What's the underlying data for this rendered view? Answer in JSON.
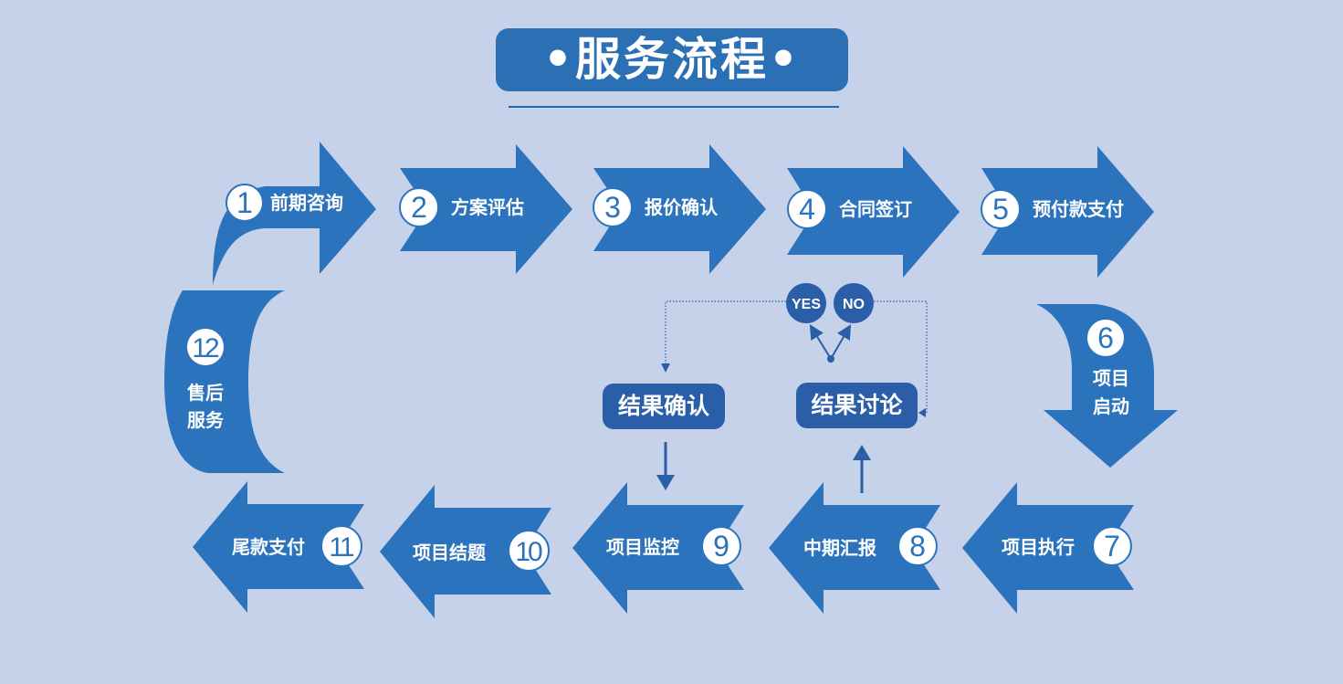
{
  "title": "服务流程",
  "title_dot": "•",
  "steps": [
    {
      "num": "1",
      "label": "前期咨询"
    },
    {
      "num": "2",
      "label": "方案评估"
    },
    {
      "num": "3",
      "label": "报价确认"
    },
    {
      "num": "4",
      "label": "合同签订"
    },
    {
      "num": "5",
      "label": "预付款支付"
    },
    {
      "num": "6",
      "label": "项目启动",
      "lines": [
        "项目",
        "启动"
      ]
    },
    {
      "num": "7",
      "label": "项目执行"
    },
    {
      "num": "8",
      "label": "中期汇报"
    },
    {
      "num": "9",
      "label": "项目监控"
    },
    {
      "num": "10",
      "label": "项目结题"
    },
    {
      "num": "11",
      "label": "尾款支付"
    },
    {
      "num": "12",
      "label": "售后服务",
      "lines": [
        "售后",
        "服务"
      ]
    }
  ],
  "decision": {
    "yes": "YES",
    "no": "NO"
  },
  "result_discuss": "结果讨论",
  "result_confirm": "结果确认",
  "colors": {
    "background": "#c6d1ea",
    "arrow": "#2b74bd",
    "box": "#2a5ea9",
    "dark_circle": "#2a5ea9"
  }
}
